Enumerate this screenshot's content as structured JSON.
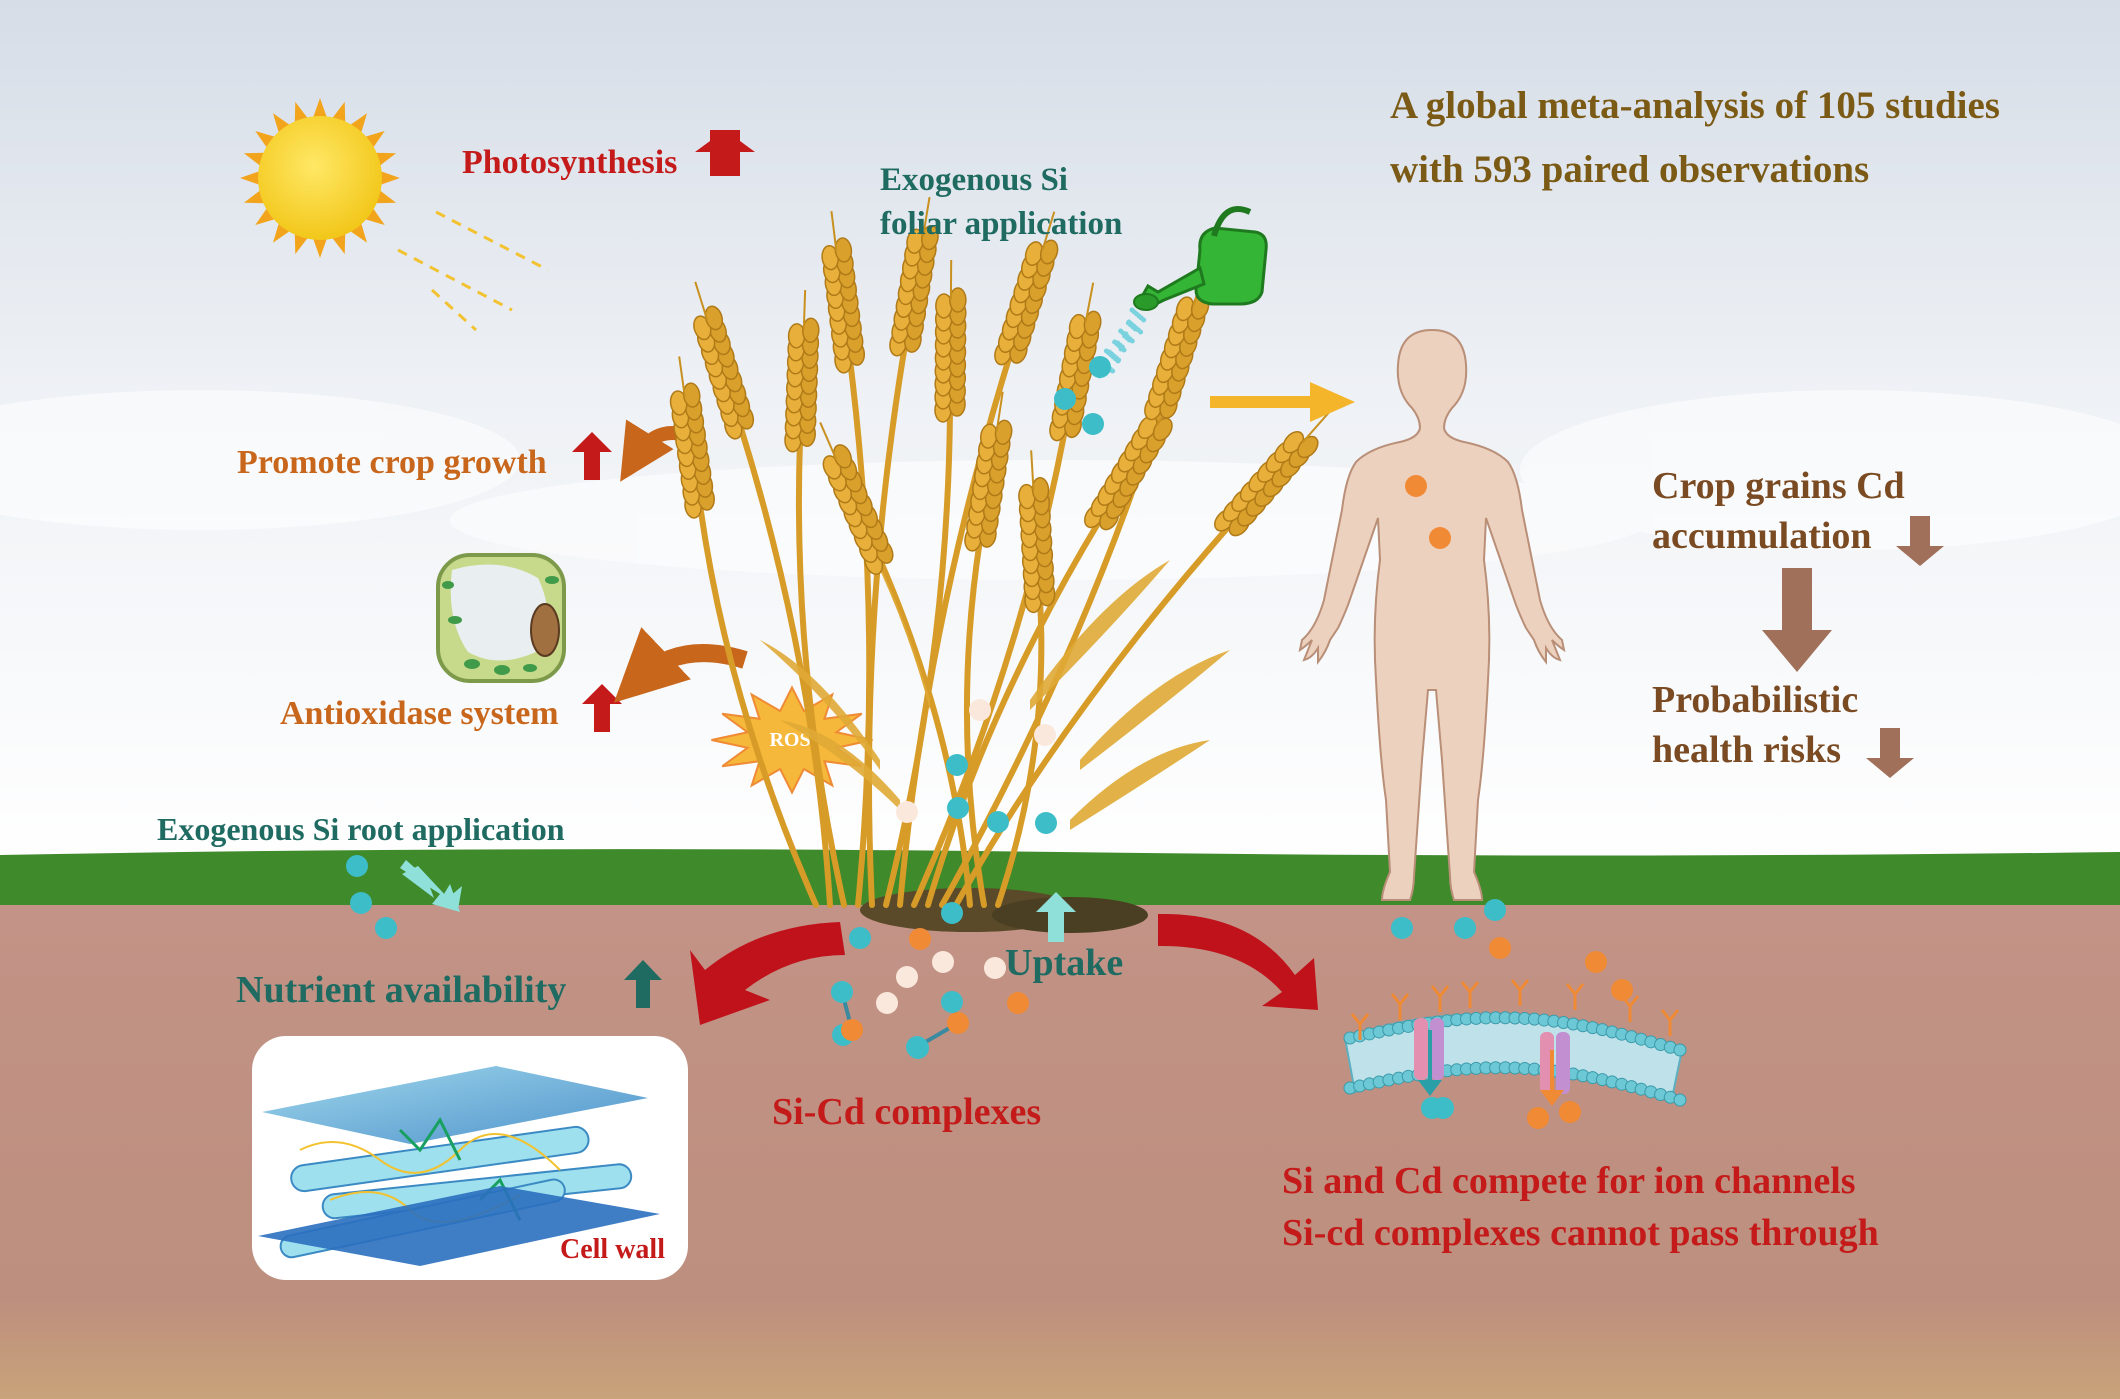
{
  "header": {
    "line1": "A global meta-analysis of 105 studies",
    "line2": "with 593 paired observations"
  },
  "effects": {
    "photosynthesis": "Photosynthesis",
    "growth": "Promote crop growth",
    "antioxidase": "Antioxidase system",
    "ros": "ROS",
    "foliar_line1": "Exogenous Si",
    "foliar_line2": "foliar  application",
    "root_application": "Exogenous Si root application",
    "nutrient": "Nutrient availability",
    "uptake": "Uptake",
    "complexes": "Si-Cd complexes",
    "cell_wall": "Cell wall",
    "grains_line1": "Crop grains Cd",
    "grains_line2": "accumulation",
    "risk_line1": "Probabilistic",
    "risk_line2": "health risks",
    "compete_line1": "Si and Cd compete for ion channels",
    "compete_line2": "Si-cd complexes cannot pass through"
  },
  "icons": {
    "sun": "sun-icon",
    "watering_can": "watering-can-icon",
    "plant_cell": "plant-cell-icon",
    "human": "human-body-icon",
    "membrane": "cell-membrane-icon",
    "wheat": "wheat-icon"
  },
  "colors": {
    "si_particle": "#3dbdc8",
    "cd_particle": "#f08a35",
    "increase_arrow": "#c0121b",
    "decrease_arrow": "#a0705a",
    "soil": "#c09080",
    "grass": "#3f8a2b",
    "header_text": "#7a5a14",
    "effect_text": "#c8661c",
    "teal_text": "#1f6b62",
    "red_text": "#c41a1a",
    "brown_text": "#7a4a22"
  }
}
